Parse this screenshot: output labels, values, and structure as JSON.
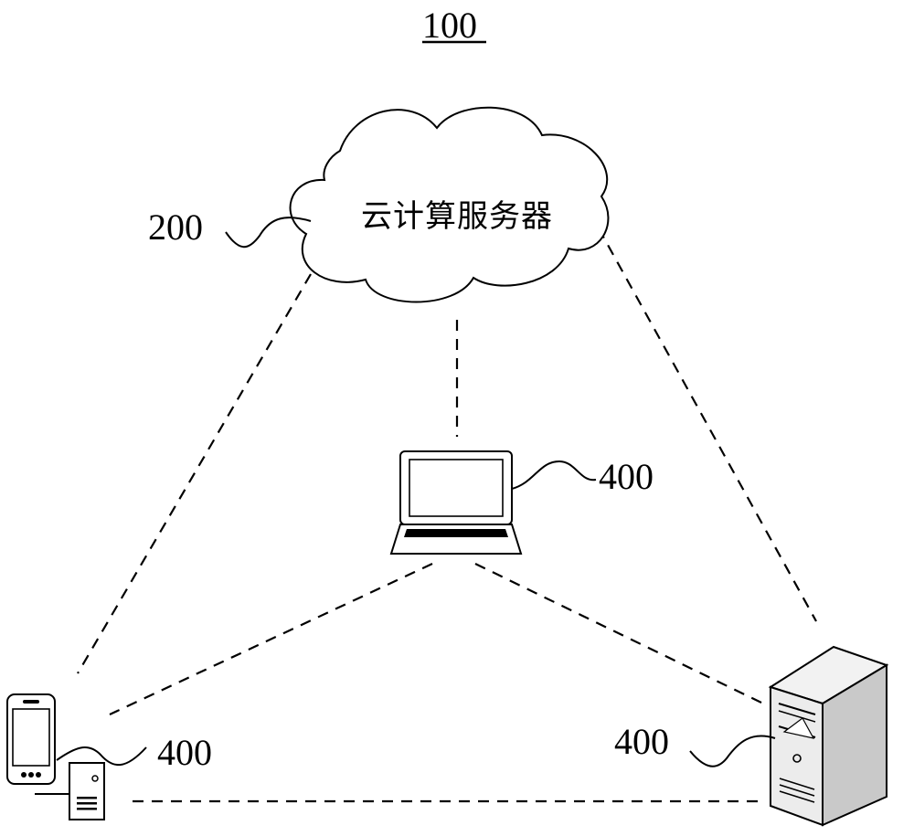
{
  "figure": {
    "system_label": "100",
    "cloud": {
      "label": "云计算服务器",
      "ref": "200"
    },
    "devices": [
      {
        "kind": "laptop",
        "ref": "400"
      },
      {
        "kind": "phone-and-small-server",
        "ref": "400"
      },
      {
        "kind": "tower-server",
        "ref": "400"
      }
    ],
    "connections": [
      {
        "from": "cloud",
        "to": "laptop"
      },
      {
        "from": "cloud",
        "to": "phone-and-small-server"
      },
      {
        "from": "cloud",
        "to": "tower-server"
      },
      {
        "from": "laptop",
        "to": "phone-and-small-server"
      },
      {
        "from": "laptop",
        "to": "tower-server"
      },
      {
        "from": "phone-and-small-server",
        "to": "tower-server"
      }
    ],
    "colors": {
      "ink": "#000000",
      "background": "#ffffff",
      "server_shade": "#c9c9c9"
    }
  }
}
